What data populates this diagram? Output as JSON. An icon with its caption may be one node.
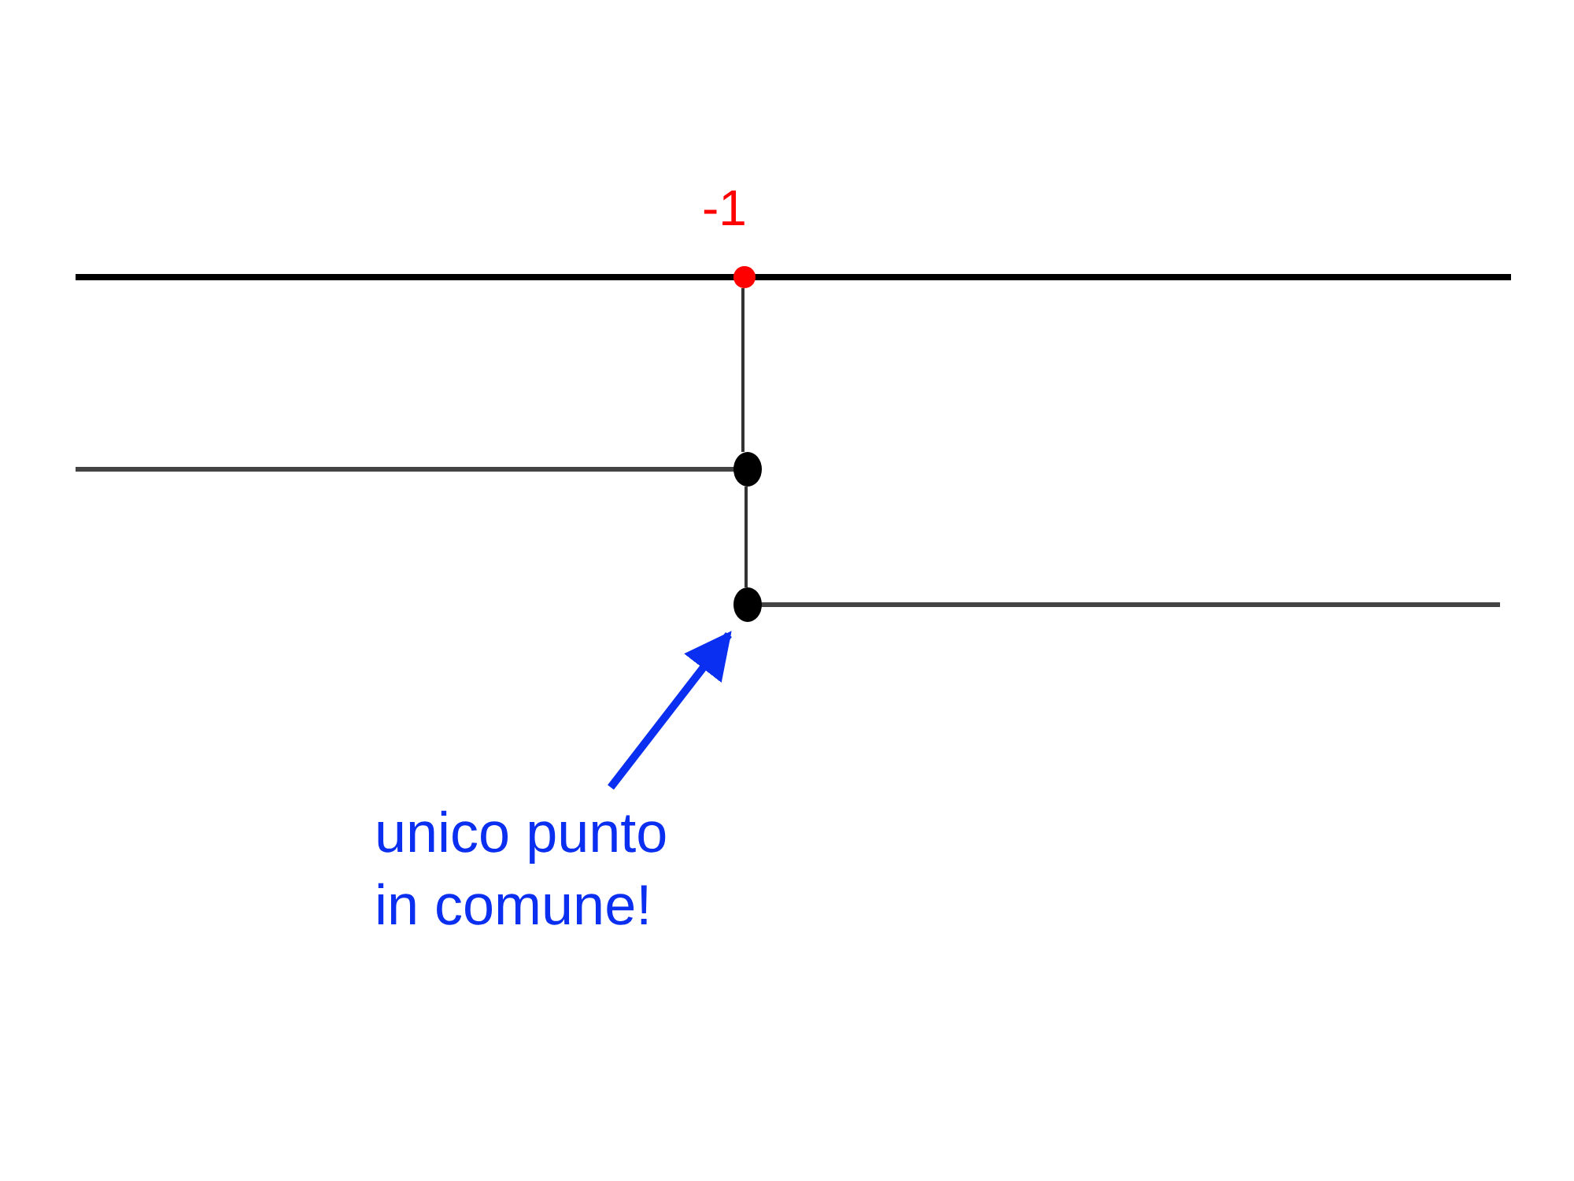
{
  "diagram": {
    "nodes": [
      {
        "text": [],
        "shape": "circle",
        "beside": [
          "-1"
        ]
      },
      {
        "text": [],
        "shape": "circle"
      },
      {
        "text": [],
        "shape": "circle"
      },
      {
        "text": [
          "unico punto in comune!"
        ]
      }
    ],
    "edges": [
      {
        "from": 0,
        "to": 1,
        "arrow": "none"
      },
      {
        "from": 1,
        "to": 2,
        "arrow": "none"
      },
      {
        "from": 3,
        "to": 2,
        "arrow": "to",
        "style": "thick",
        "color": "#0a2ff0"
      }
    ]
  }
}
